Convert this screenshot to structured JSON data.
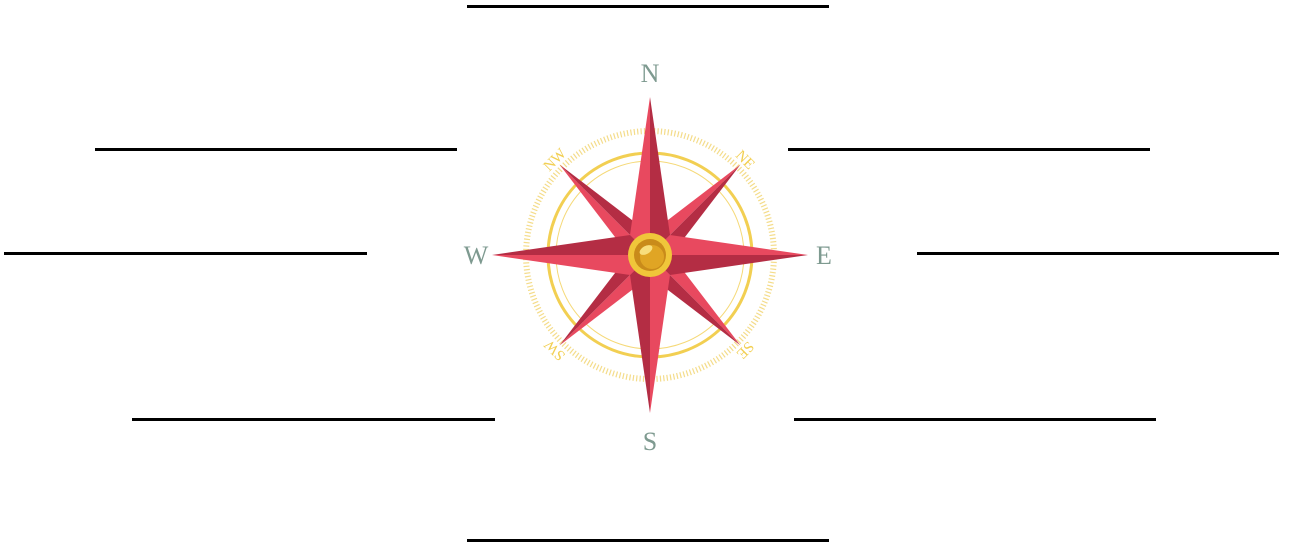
{
  "compass": {
    "cardinal": {
      "n": "N",
      "e": "E",
      "s": "S",
      "w": "W"
    },
    "ordinal": {
      "ne": "NE",
      "se": "SE",
      "sw": "SW",
      "nw": "NW"
    }
  },
  "answer_blanks": [
    {
      "direction": "north",
      "value": ""
    },
    {
      "direction": "northwest",
      "value": ""
    },
    {
      "direction": "northeast",
      "value": ""
    },
    {
      "direction": "west",
      "value": ""
    },
    {
      "direction": "east",
      "value": ""
    },
    {
      "direction": "southwest",
      "value": ""
    },
    {
      "direction": "southeast",
      "value": ""
    },
    {
      "direction": "south",
      "value": ""
    }
  ],
  "colors": {
    "star_light": "#e8495f",
    "star_dark": "#b42d44",
    "ring_gold": "#f2cf52",
    "cardinal_label": "#7e9a90",
    "blank_line": "#000000"
  }
}
